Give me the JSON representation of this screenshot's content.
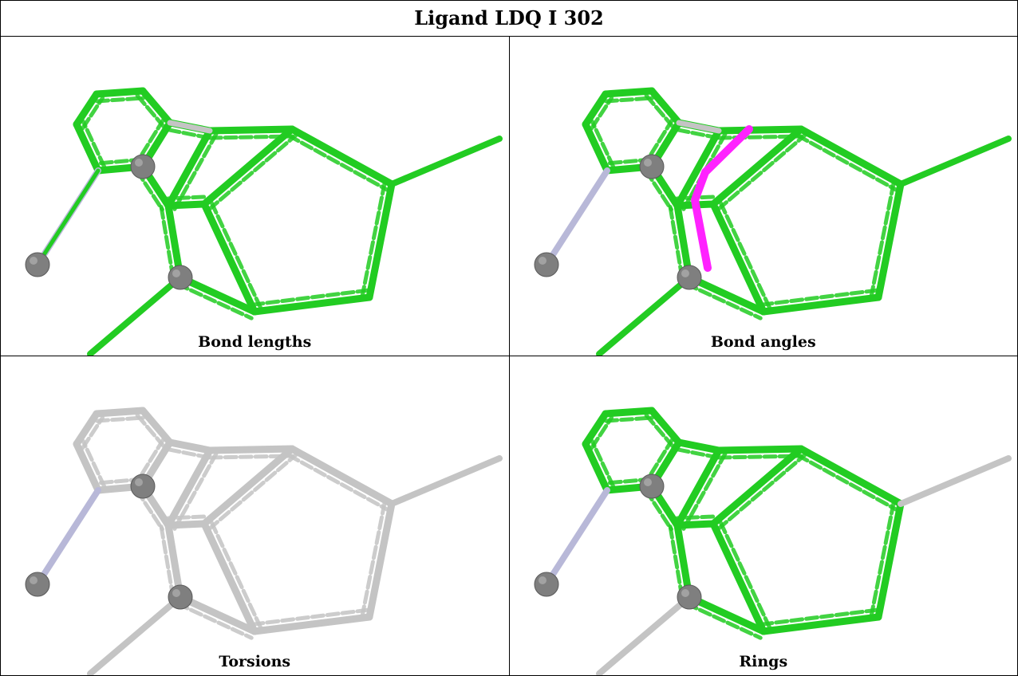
{
  "title": "Ligand LDQ I 302",
  "panels": [
    {
      "caption": "Bond lengths"
    },
    {
      "caption": "Bond angles"
    },
    {
      "caption": "Torsions"
    },
    {
      "caption": "Rings"
    }
  ],
  "colors": {
    "highlight": "#22cc22",
    "outlier": "#ff22ff",
    "neutral": "#c4c4c4",
    "atom": "#7f7f7f"
  }
}
